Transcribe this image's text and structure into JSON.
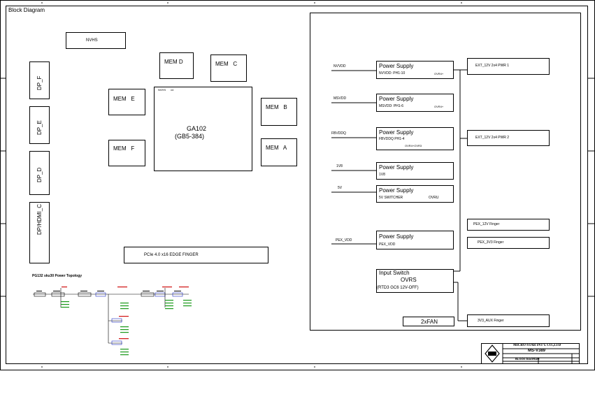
{
  "sheet": {
    "title": "Block Diagram"
  },
  "gpu": {
    "top_left": "NVHS",
    "top_right": "x4",
    "chip": "GA102",
    "variant": "(GB5-384)"
  },
  "nvhs": "NVHS",
  "memory": {
    "d": "MEM D",
    "c": "MEM   C",
    "e": "MEM   E",
    "f": "MEM   F",
    "b": "MEM   B",
    "a": "MEM   A"
  },
  "ports": [
    "DP_F",
    "DP_E",
    "DP_D",
    "DP/HDMI_C"
  ],
  "pcie_finger": "PCIe 4.0 x16 EDGE FINGER",
  "topology_title": "PG132 sku30 Power Topology",
  "rails": [
    {
      "net": "NVVDD",
      "title": "Power Supply",
      "sub": "NVVDD: PH1-10",
      "extra": "OVR4+"
    },
    {
      "net": "MSVDD",
      "title": "Power Supply",
      "sub": "MSVDD: PH1-6",
      "extra": "OVR4+"
    },
    {
      "net": "FBVDDQ",
      "title": "Power Supply",
      "sub": "FBVDDQ PH1-4",
      "extra": "OVR4+OVR3"
    },
    {
      "net": "1V8",
      "title": "Power Supply",
      "sub": "1V8",
      "extra": ""
    },
    {
      "net": "5V",
      "title": "Power Supply",
      "sub": "5V SWITCHER",
      "extra": "OVRU"
    },
    {
      "net": "PEX_VDD",
      "title": "Power Supply",
      "sub": "PEX_VDD",
      "extra": ""
    }
  ],
  "input_switch": {
    "title": "Input Switch",
    "name": "OVRS",
    "note": "(RTD3 GC6 12V-OFF)"
  },
  "fan": "2xFAN",
  "inputs": {
    "ext1": "EXT_12V 2x4 PWR 1",
    "ext2": "EXT_12V 2x4 PWR 2",
    "pex12": "PEX_12V Finger",
    "pex33": "PEX_3V3 Finger",
    "aux": "3V3_AUX Finger"
  },
  "title_block": {
    "company": "MICRO-STAR INT'L CO.,LTD",
    "model": "MS-V389",
    "sheet_name": "BLOCK DIAGRAM"
  },
  "colors": {
    "line": "#000000",
    "topology_blue": "#1f2fbf",
    "topology_green": "#1a9a1a",
    "topology_red": "#d01010"
  }
}
